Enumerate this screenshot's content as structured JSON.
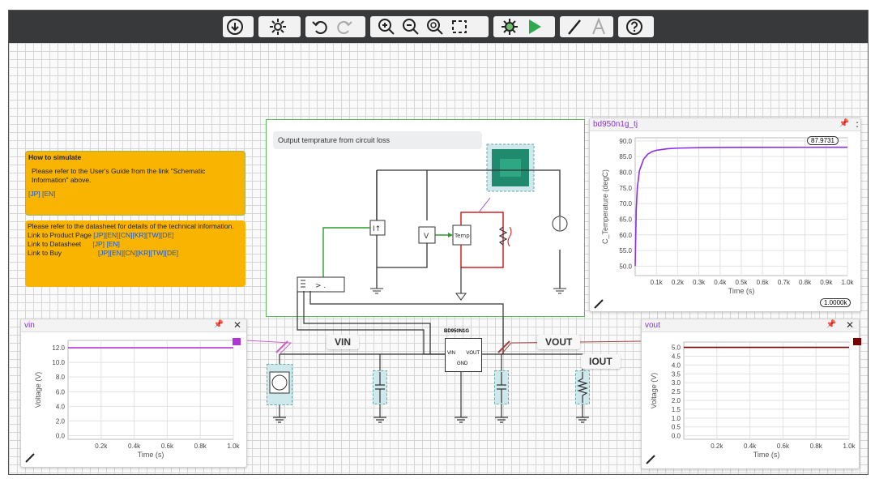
{
  "toolbar": {
    "groups": [
      [
        "download-icon"
      ],
      [
        "settings-gear-icon"
      ],
      [
        "undo-icon",
        "redo-icon"
      ],
      [
        "zoom-in-icon",
        "zoom-out-icon",
        "zoom-fit-icon",
        "select-area-icon"
      ],
      [
        "simulation-settings-icon",
        "run-simulation-icon"
      ],
      [
        "draw-wire-icon",
        "text-tool-icon"
      ],
      [
        "help-icon"
      ]
    ]
  },
  "notes": {
    "how_to_title": "How to simulate",
    "how_to_body": "Please refer to the User's Guide from the link \"Schematic Information\" above.",
    "how_to_links": "[JP] [EN]",
    "datasheet_intro": "Please refer to the datasheet for details of the technical information.",
    "product_label": "Link to Product Page",
    "product_links": "[JP][EN][CN][KR][TW][DE]",
    "datasheet_label": "Link to Datasheet",
    "datasheet_links": "[JP] [EN]",
    "buy_label": "Link to Buy",
    "buy_links": "[JP][EN][CN][KR][TW][DE]"
  },
  "schematic": {
    "title": "Output temprature from circuit loss",
    "current_label": "I↑",
    "voltage_label": "V",
    "temp_label": "Temp",
    "amp_label": "> ."
  },
  "circuit": {
    "vin_label": "VIN",
    "vout_label": "VOUT",
    "iout_label": "IOUT",
    "ic_name": "BD950N1G",
    "ic_vin": "VIN",
    "ic_vout": "VOUT",
    "ic_gnd": "GND"
  },
  "colors": {
    "vin_trace": "#b035d6",
    "vout_trace": "#7a0000",
    "tj_trace": "#8a2fe6",
    "note_bg": "#f8b400",
    "schematic_border": "#5cb85c"
  },
  "panels": {
    "tj": {
      "title": "bd950n1g_tj",
      "readout": "87.9731",
      "x_readout": "1.0000k",
      "pin": "📌",
      "close": ":"
    },
    "vin": {
      "title": "vin",
      "pin": "📌",
      "close": "✕"
    },
    "vout": {
      "title": "vout",
      "pin": "📌",
      "close": "✕"
    }
  },
  "chart_data": [
    {
      "id": "tj",
      "type": "line",
      "xlabel": "Time (s)",
      "ylabel": "C_Temperature (degC)",
      "xlim": [
        0,
        1000
      ],
      "ylim": [
        47,
        91
      ],
      "xticks": [
        "0.1k",
        "0.2k",
        "0.3k",
        "0.4k",
        "0.5k",
        "0.6k",
        "0.7k",
        "0.8k",
        "0.9k",
        "1.0k"
      ],
      "yticks": [
        "90.0",
        "85.0",
        "80.0",
        "75.0",
        "70.0",
        "65.0",
        "60.0",
        "55.0",
        "50.0"
      ],
      "series": [
        {
          "x": [
            0,
            5,
            10,
            20,
            40,
            60,
            80,
            100,
            150,
            200,
            300,
            400,
            500,
            600,
            800,
            1000
          ],
          "y": [
            50,
            68,
            75,
            80.5,
            84.2,
            85.8,
            86.6,
            87.0,
            87.5,
            87.7,
            87.85,
            87.9,
            87.93,
            87.95,
            87.96,
            87.97
          ]
        }
      ]
    },
    {
      "id": "vin",
      "type": "line",
      "xlabel": "Time (s)",
      "ylabel": "Voltage (V)",
      "xlim": [
        0,
        1000
      ],
      "ylim": [
        -0.5,
        13
      ],
      "xticks": [
        "0.2k",
        "0.4k",
        "0.6k",
        "0.8k",
        "1.0k"
      ],
      "yticks": [
        "12.0",
        "10.0",
        "8.0",
        "6.0",
        "4.0",
        "2.0",
        "0.0"
      ],
      "series": [
        {
          "x": [
            0,
            1000
          ],
          "y": [
            12,
            12
          ]
        }
      ]
    },
    {
      "id": "vout",
      "type": "line",
      "xlabel": "Time (s)",
      "ylabel": "Voltage (V)",
      "xlim": [
        0,
        1000
      ],
      "ylim": [
        -0.2,
        5.3
      ],
      "xticks": [
        "0.2k",
        "0.4k",
        "0.6k",
        "0.8k",
        "1.0k"
      ],
      "yticks": [
        "5.0",
        "4.5",
        "4.0",
        "3.5",
        "3.0",
        "2.5",
        "2.0",
        "1.5",
        "1.0",
        "0.5",
        "0.0"
      ],
      "series": [
        {
          "x": [
            0,
            1000
          ],
          "y": [
            5,
            5
          ]
        }
      ]
    }
  ]
}
